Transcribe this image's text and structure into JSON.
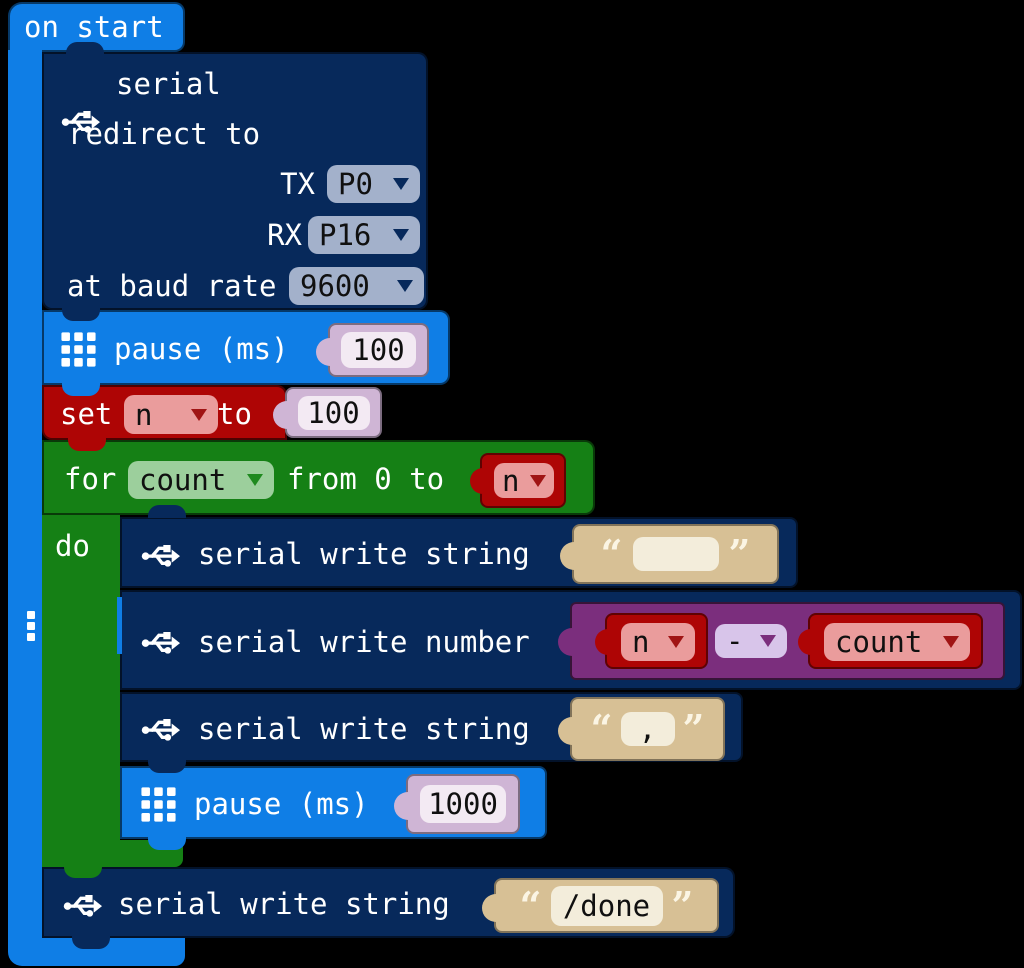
{
  "palette": {
    "basic_blue": "#0F7EE6",
    "serial_navy": "#07295B",
    "variables_red": "#AE0505",
    "loops_green": "#158015",
    "math_purple": "#7B2E7D",
    "string_tan": "#D7C095",
    "number_shadow_lavender": "#CFB5D5",
    "dropdown_slate": "#A3B1CB",
    "background": "#000000"
  },
  "quotes": {
    "open": "“",
    "close": "”"
  },
  "blocks": {
    "on_start": {
      "label": "on start"
    },
    "serial_setup": {
      "line1": "serial",
      "line2": "redirect to",
      "tx_label": "TX",
      "tx_value": "P0",
      "rx_label": "RX",
      "rx_value": "P16",
      "baud_label": "at baud rate",
      "baud_value": "9600"
    },
    "pause_first": {
      "label": "pause (ms)",
      "value": "100"
    },
    "set_variable": {
      "set": "set",
      "variable": "n",
      "to": "to",
      "value": "100"
    },
    "for_loop": {
      "for": "for",
      "variable": "count",
      "from": "from 0 to",
      "bound": "n",
      "do": "do"
    },
    "write_string_empty": {
      "label": "serial write string",
      "value": ""
    },
    "write_number": {
      "label": "serial write number",
      "left": "n",
      "operator": "-",
      "right": "count"
    },
    "write_string_comma": {
      "label": "serial write string",
      "value": ","
    },
    "pause_second": {
      "label": "pause (ms)",
      "value": "1000"
    },
    "write_string_done": {
      "label": "serial write string",
      "value": "/done"
    }
  }
}
